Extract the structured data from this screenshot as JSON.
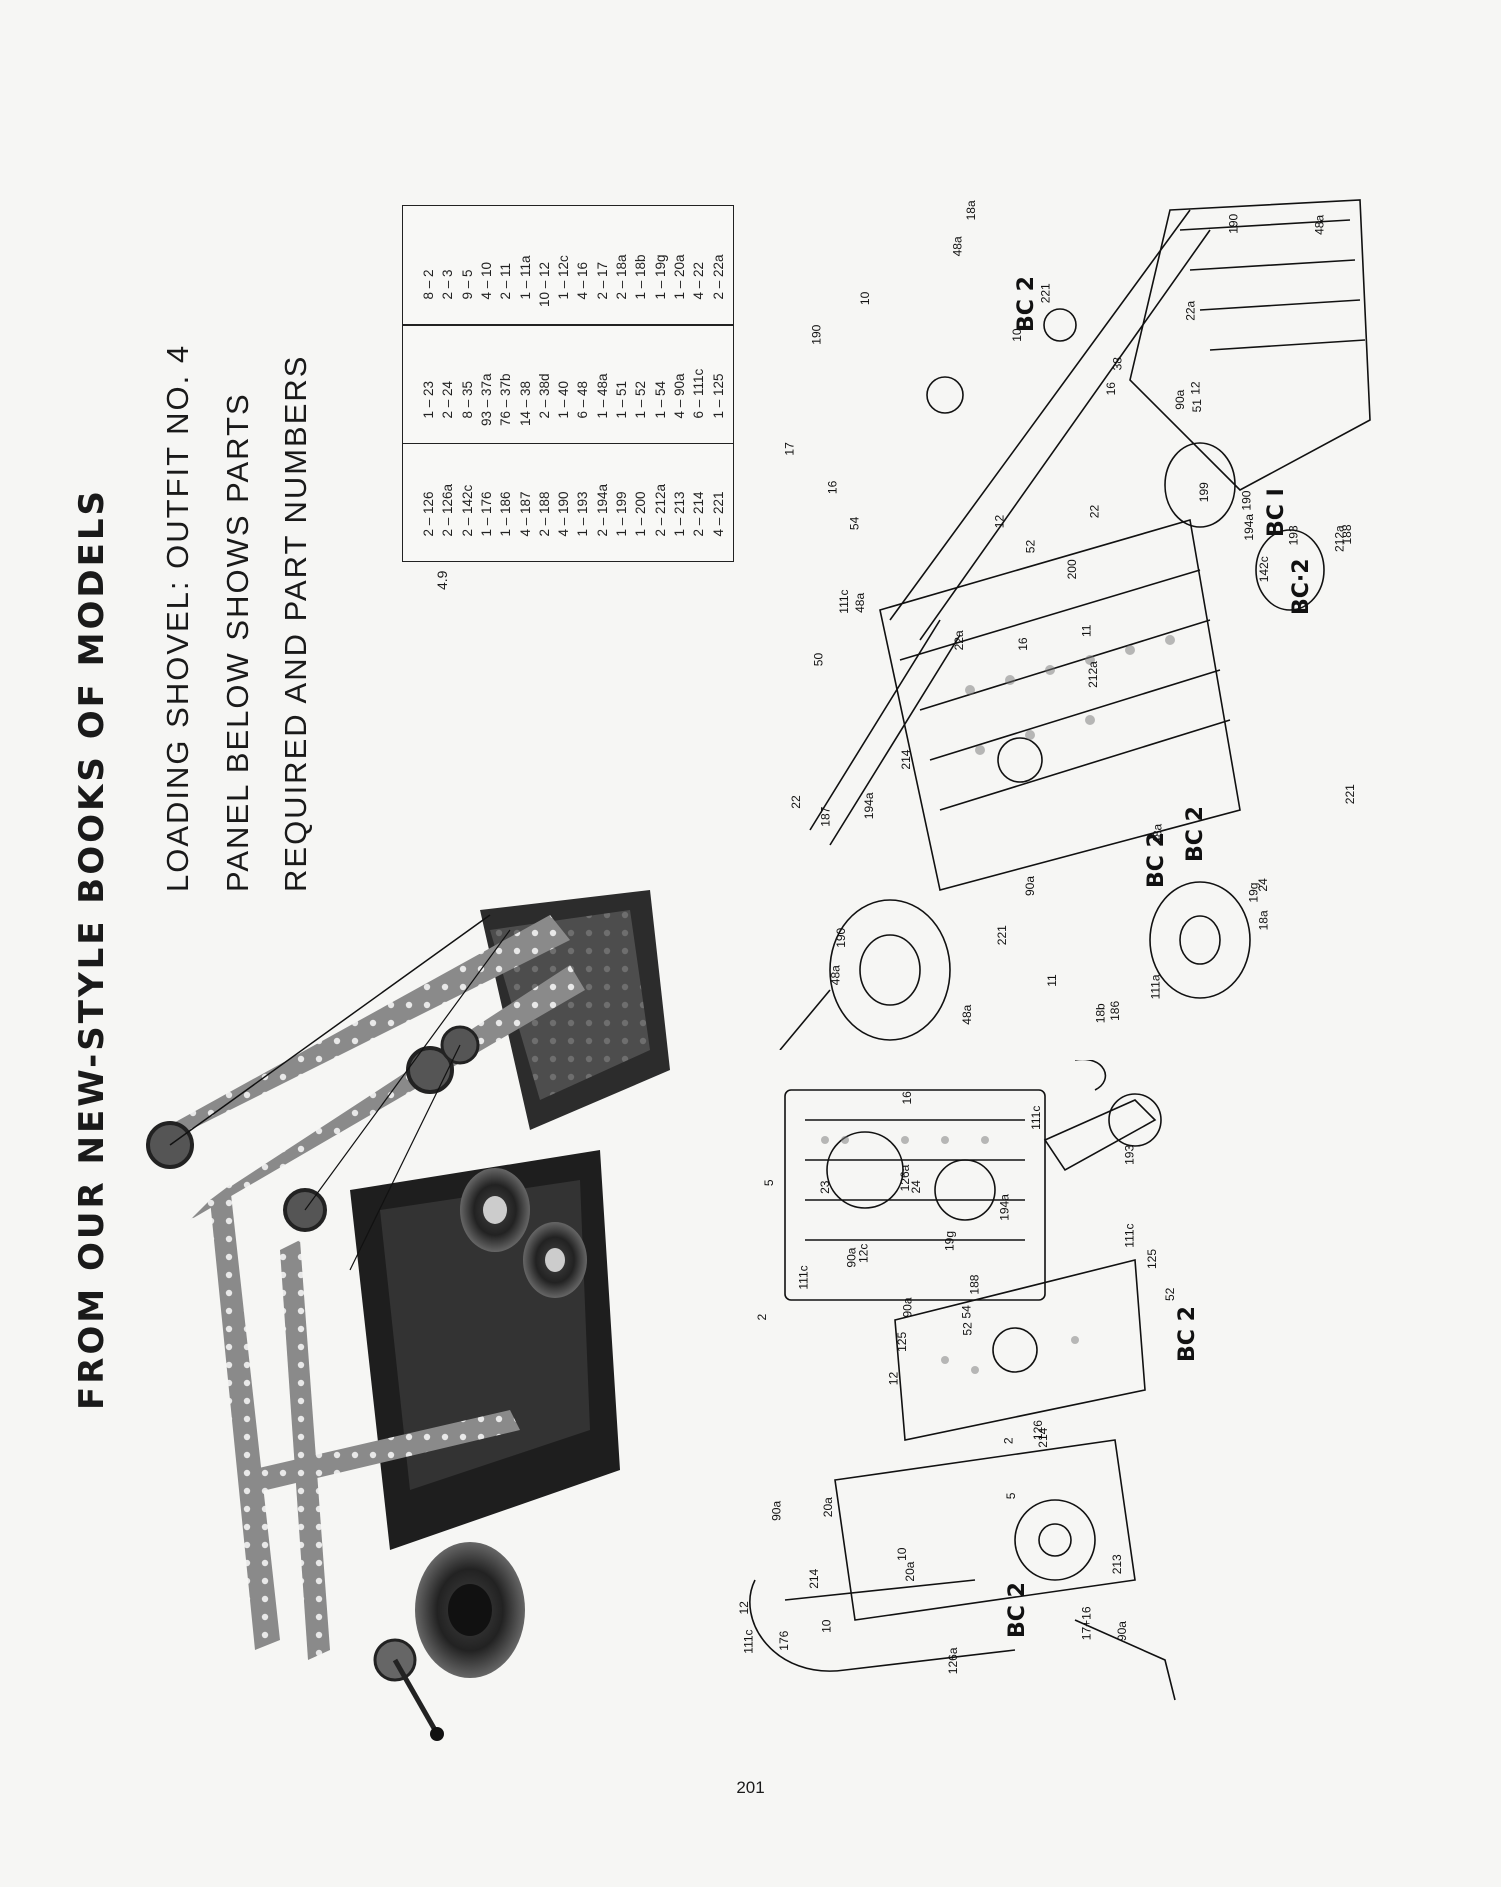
{
  "headline": "FROM OUR NEW-STYLE BOOKS OF MODELS",
  "subtitle": {
    "line1": "LOADING SHOVEL: OUTFIT NO. 4",
    "line2": "PANEL BELOW SHOWS PARTS",
    "line3": "REQUIRED AND PART NUMBERS"
  },
  "parts": {
    "model_number": "4.9",
    "columns": [
      [
        {
          "qty": "8",
          "part": "2"
        },
        {
          "qty": "2",
          "part": "3"
        },
        {
          "qty": "9",
          "part": "5"
        },
        {
          "qty": "4",
          "part": "10"
        },
        {
          "qty": "2",
          "part": "11"
        },
        {
          "qty": "1",
          "part": "11a"
        },
        {
          "qty": "10",
          "part": "12"
        },
        {
          "qty": "1",
          "part": "12c"
        },
        {
          "qty": "4",
          "part": "16"
        },
        {
          "qty": "2",
          "part": "17"
        },
        {
          "qty": "2",
          "part": "18a"
        },
        {
          "qty": "1",
          "part": "18b"
        },
        {
          "qty": "1",
          "part": "19g"
        },
        {
          "qty": "1",
          "part": "20a"
        },
        {
          "qty": "4",
          "part": "22"
        },
        {
          "qty": "2",
          "part": "22a"
        }
      ],
      [
        {
          "qty": "1",
          "part": "23"
        },
        {
          "qty": "2",
          "part": "24"
        },
        {
          "qty": "8",
          "part": "35"
        },
        {
          "qty": "93",
          "part": "37a"
        },
        {
          "qty": "76",
          "part": "37b"
        },
        {
          "qty": "14",
          "part": "38"
        },
        {
          "qty": "2",
          "part": "38d"
        },
        {
          "qty": "1",
          "part": "40"
        },
        {
          "qty": "6",
          "part": "48"
        },
        {
          "qty": "1",
          "part": "48a"
        },
        {
          "qty": "1",
          "part": "51"
        },
        {
          "qty": "1",
          "part": "52"
        },
        {
          "qty": "1",
          "part": "54"
        },
        {
          "qty": "4",
          "part": "90a"
        },
        {
          "qty": "6",
          "part": "111c"
        },
        {
          "qty": "1",
          "part": "125"
        }
      ],
      [
        {
          "qty": "2",
          "part": "126"
        },
        {
          "qty": "2",
          "part": "126a"
        },
        {
          "qty": "2",
          "part": "142c"
        },
        {
          "qty": "1",
          "part": "176"
        },
        {
          "qty": "1",
          "part": "186"
        },
        {
          "qty": "4",
          "part": "187"
        },
        {
          "qty": "2",
          "part": "188"
        },
        {
          "qty": "4",
          "part": "190"
        },
        {
          "qty": "1",
          "part": "193"
        },
        {
          "qty": "2",
          "part": "194a"
        },
        {
          "qty": "1",
          "part": "199"
        },
        {
          "qty": "1",
          "part": "200"
        },
        {
          "qty": "2",
          "part": "212a"
        },
        {
          "qty": "1",
          "part": "213"
        },
        {
          "qty": "2",
          "part": "214"
        },
        {
          "qty": "4",
          "part": "221"
        }
      ]
    ]
  },
  "callouts": {
    "bc1": "BC I",
    "bc2": "BC 2",
    "bc2b": "BC·2",
    "left_diagram": [
      "90a",
      "2",
      "193",
      "12",
      "194a",
      "176",
      "126a",
      "19g",
      "90a",
      "12c",
      "12",
      "214",
      "24",
      "188",
      "214",
      "5",
      "16",
      "52",
      "2",
      "111c",
      "125",
      "10",
      "90a",
      "23",
      "111c",
      "20a",
      "17+16",
      "213",
      "126",
      "126a",
      "90a",
      "111c",
      "5",
      "10",
      "125",
      "54",
      "111c",
      "20a",
      "52"
    ],
    "right_diagram": [
      "18a",
      "22a",
      "212a",
      "16",
      "212a",
      "48a",
      "190",
      "90a",
      "50",
      "16",
      "200",
      "48a",
      "48a",
      "22a",
      "18b",
      "186",
      "90a",
      "190",
      "199",
      "214",
      "54",
      "111c",
      "188",
      "193",
      "22",
      "16",
      "52",
      "194a",
      "24",
      "187",
      "19g",
      "38",
      "194a",
      "12",
      "48a",
      "221",
      "190",
      "221",
      "48a",
      "221",
      "190",
      "48a",
      "111a",
      "10",
      "11",
      "51",
      "18a",
      "12",
      "17",
      "11",
      "10",
      "142c",
      "22"
    ]
  },
  "page_number": "201"
}
